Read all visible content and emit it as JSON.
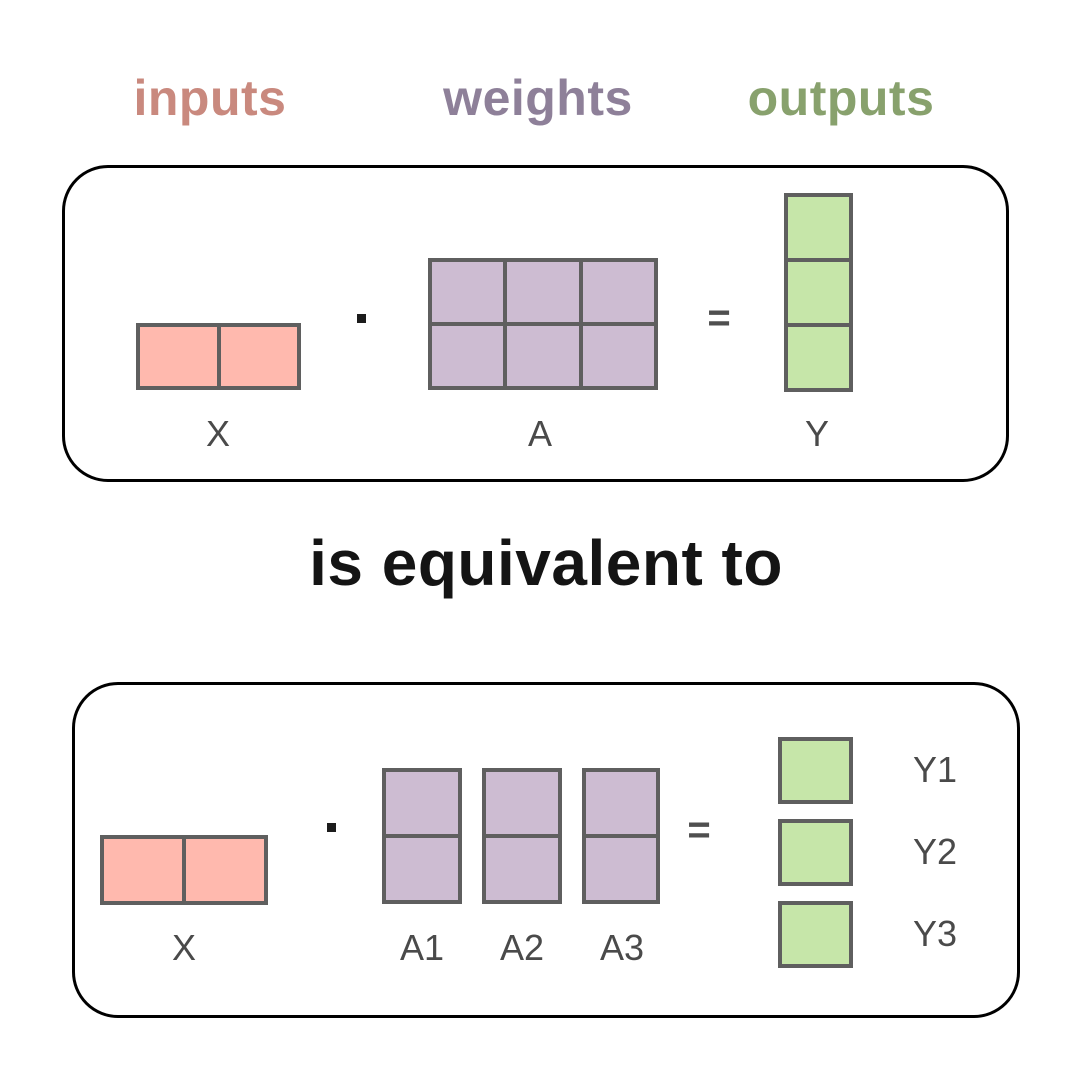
{
  "palette": {
    "input_fill": "#ffb9ae",
    "weight_fill": "#cdbcd2",
    "output_fill": "#c6e6a9",
    "cell_border": "#5f5f5f",
    "input_text": "#c9897e",
    "weight_text": "#8e8099",
    "output_text": "#88a16d",
    "label_text": "#4a4a4a",
    "operator_text": "#4f4f4f",
    "caption_text": "#141414",
    "panel_border": "#000000"
  },
  "header": {
    "inputs_label": "inputs",
    "weights_label": "weights",
    "outputs_label": "outputs"
  },
  "top_panel": {
    "x": {
      "label": "X",
      "rows": 1,
      "cols": 2,
      "role": "input"
    },
    "dot": "·",
    "a": {
      "label": "A",
      "rows": 2,
      "cols": 3,
      "role": "weight"
    },
    "equals": "=",
    "y": {
      "label": "Y",
      "rows": 3,
      "cols": 1,
      "role": "output"
    }
  },
  "caption": "is equivalent to",
  "bottom_panel": {
    "x": {
      "label": "X",
      "rows": 1,
      "cols": 2,
      "role": "input"
    },
    "dot": "·",
    "a_split": [
      {
        "label": "A1",
        "rows": 2,
        "cols": 1,
        "role": "weight"
      },
      {
        "label": "A2",
        "rows": 2,
        "cols": 1,
        "role": "weight"
      },
      {
        "label": "A3",
        "rows": 2,
        "cols": 1,
        "role": "weight"
      }
    ],
    "equals": "=",
    "y_split": [
      {
        "label": "Y1",
        "rows": 1,
        "cols": 1,
        "role": "output"
      },
      {
        "label": "Y2",
        "rows": 1,
        "cols": 1,
        "role": "output"
      },
      {
        "label": "Y3",
        "rows": 1,
        "cols": 1,
        "role": "output"
      }
    ]
  }
}
